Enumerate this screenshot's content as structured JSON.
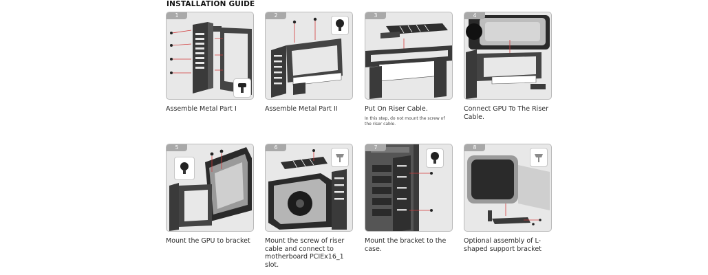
{
  "title": "INSTALLATION GUIDE",
  "steps": [
    {
      "number": "1",
      "caption": "Assemble Metal Part I",
      "note": ""
    },
    {
      "number": "2",
      "caption": "Assemble Metal Part II",
      "note": ""
    },
    {
      "number": "3",
      "caption": "Put On Riser Cable.",
      "note": "In this step, do not mount the screw of the riser cable."
    },
    {
      "number": "4",
      "caption": "Connect GPU To The Riser Cable.",
      "note": ""
    },
    {
      "number": "5",
      "caption": "Mount the GPU to bracket",
      "note": ""
    },
    {
      "number": "6",
      "caption": "Mount the screw of riser cable and connect to motherboard PCIEx16_1 slot.",
      "note": ""
    },
    {
      "number": "7",
      "caption": "Mount the bracket to the case.",
      "note": ""
    },
    {
      "number": "8",
      "caption": "Optional assembly of L-shaped support bracket",
      "note": ""
    }
  ],
  "colors": {
    "panel": "#e8e8e8",
    "badge": "#a9a9a9",
    "metal": "#3a3a3a",
    "arrow": "#d23a3a"
  },
  "icons": [
    "screw-icon",
    "thumb-screw-icon",
    "bracket-illustration",
    "gpu-illustration",
    "riser-cable-illustration"
  ]
}
